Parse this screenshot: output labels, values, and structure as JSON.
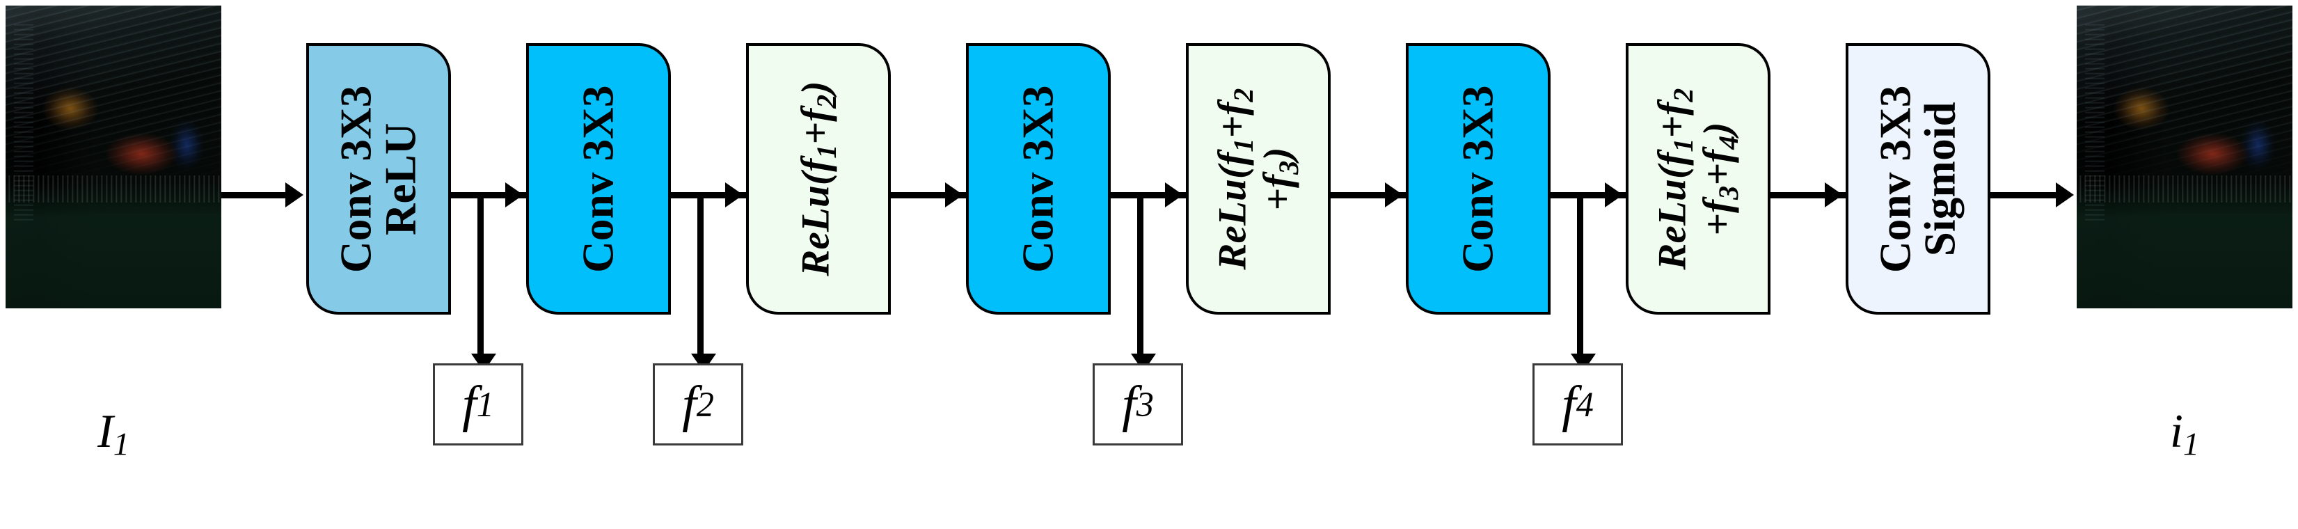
{
  "diagram": {
    "title": "Convolutional enhancement network pipeline",
    "background_color": "#ffffff",
    "line_color": "#000000"
  },
  "input": {
    "name": "input-thumbnail",
    "caption": "I",
    "caption_sub": "1",
    "alt": "dark low-light indoor arena photograph"
  },
  "output": {
    "name": "output-thumbnail",
    "caption": "i",
    "caption_sub": "1",
    "alt": "dark low-light indoor arena photograph"
  },
  "blocks": [
    {
      "id": "conv1",
      "kind": "conv",
      "lines": [
        {
          "text": "Conv 3X3",
          "sub": ""
        },
        {
          "text": "ReLU",
          "sub": ""
        }
      ],
      "fill": "#85cbe8",
      "stroke": "#000000"
    },
    {
      "id": "conv2",
      "kind": "conv",
      "lines": [
        {
          "text": "Conv 3X3",
          "sub": ""
        }
      ],
      "fill": "#00bffa",
      "stroke": "#000000"
    },
    {
      "id": "relu1",
      "kind": "relu",
      "lines": [
        {
          "text": "ReLu(f",
          "sub": "1",
          "tail": "+f",
          "sub2": "2",
          "tail2": ")"
        }
      ],
      "fill": "#f0fcf0",
      "stroke": "#000000"
    },
    {
      "id": "conv3",
      "kind": "conv",
      "lines": [
        {
          "text": "Conv 3X3",
          "sub": ""
        }
      ],
      "fill": "#00bffa",
      "stroke": "#000000"
    },
    {
      "id": "relu2",
      "kind": "relu",
      "lines": [
        {
          "text": "ReLu(f",
          "sub": "1",
          "tail": "+f",
          "sub2": "2",
          "tail2": ""
        },
        {
          "text": "+f",
          "sub": "3",
          "tail": ")",
          "sub2": "",
          "tail2": ""
        }
      ],
      "fill": "#f0fcf0",
      "stroke": "#000000"
    },
    {
      "id": "conv4",
      "kind": "conv",
      "lines": [
        {
          "text": "Conv 3X3",
          "sub": ""
        }
      ],
      "fill": "#00bffa",
      "stroke": "#000000"
    },
    {
      "id": "relu3",
      "kind": "relu",
      "lines": [
        {
          "text": "ReLu(f",
          "sub": "1",
          "tail": "+f",
          "sub2": "2",
          "tail2": ""
        },
        {
          "text": "+f",
          "sub": "3",
          "tail": "+f",
          "sub2": "4",
          "tail2": ")"
        }
      ],
      "fill": "#f0fcf0",
      "stroke": "#000000"
    },
    {
      "id": "conv5",
      "kind": "conv",
      "lines": [
        {
          "text": "Conv 3X3",
          "sub": ""
        },
        {
          "text": "Sigmoid",
          "sub": ""
        }
      ],
      "fill": "#edf4fd",
      "stroke": "#000000"
    }
  ],
  "features": [
    {
      "id": "f1",
      "label": "f",
      "sub": "1"
    },
    {
      "id": "f2",
      "label": "f",
      "sub": "2"
    },
    {
      "id": "f3",
      "label": "f",
      "sub": "3"
    },
    {
      "id": "f4",
      "label": "f",
      "sub": "4"
    }
  ],
  "block_labels": {
    "conv1_l1": "Conv 3X3",
    "conv1_l2": "ReLU",
    "conv2_l1": "Conv 3X3",
    "conv3_l1": "Conv 3X3",
    "conv4_l1": "Conv 3X3",
    "conv5_l1": "Conv 3X3",
    "conv5_l2": "Sigmoid",
    "relu1_head": "ReLu(f",
    "relu1_s1": "1",
    "relu1_mid": "+f",
    "relu1_s2": "2",
    "relu1_tail": ")",
    "relu2_head": "ReLu(f",
    "relu2_s1": "1",
    "relu2_mid": "+f",
    "relu2_s2": "2",
    "relu2_l2_head": "+f",
    "relu2_l2_s": "3",
    "relu2_l2_tail": ")",
    "relu3_head": "ReLu(f",
    "relu3_s1": "1",
    "relu3_mid": "+f",
    "relu3_s2": "2",
    "relu3_l2_head": "+f",
    "relu3_l2_s1": "3",
    "relu3_l2_mid": "+f",
    "relu3_l2_s2": "4",
    "relu3_l2_tail": ")"
  },
  "feature_labels": {
    "f1": "f",
    "f1_sub": "1",
    "f2": "f",
    "f2_sub": "2",
    "f3": "f",
    "f3_sub": "3",
    "f4": "f",
    "f4_sub": "4"
  },
  "captions": {
    "input": "I",
    "input_sub": "1",
    "output": "i",
    "output_sub": "1"
  }
}
